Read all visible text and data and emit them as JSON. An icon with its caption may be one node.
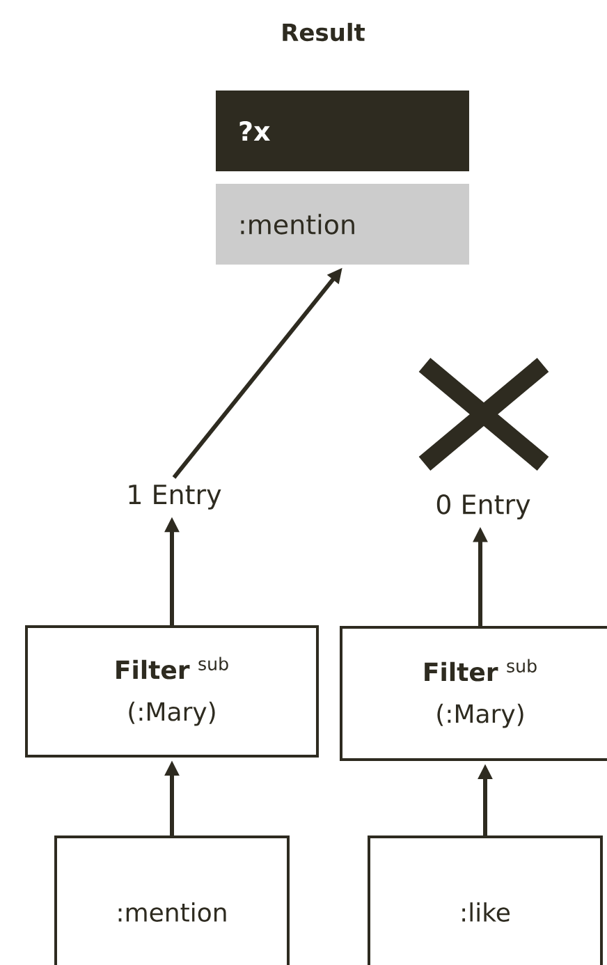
{
  "diagram": {
    "title": "Result",
    "nodes": [
      {
        "text": [
          "?x"
        ]
      },
      {
        "text": [
          ":mention"
        ]
      },
      {
        "text": [
          "1 Entry"
        ]
      },
      {
        "text": [
          "0 Entry"
        ]
      },
      {
        "text": [
          "**Filter** $^{sub}$",
          "(:Mary)"
        ]
      },
      {
        "text": [
          "**Filter** $^{sub}$",
          "(:Mary)"
        ]
      },
      {
        "text": [
          ":mention"
        ]
      },
      {
        "text": [
          ":like"
        ]
      }
    ],
    "edges": [
      {
        "from": 2,
        "to": 1,
        "arrow": "to"
      },
      {
        "from": 4,
        "to": 2,
        "arrow": "to"
      },
      {
        "from": 5,
        "to": 3,
        "arrow": "to"
      },
      {
        "from": 6,
        "to": 4,
        "arrow": "to"
      },
      {
        "from": 7,
        "to": 5,
        "arrow": "to"
      }
    ]
  }
}
